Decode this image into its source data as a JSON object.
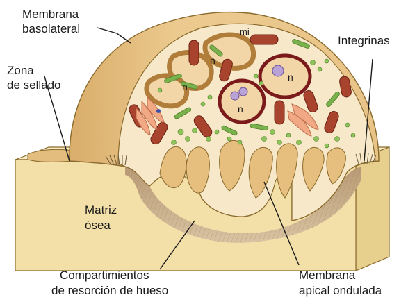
{
  "labels": {
    "membrana_basolateral": [
      "Membrana",
      "basolateral"
    ],
    "zona_sellado": [
      "Zona",
      "de sellado"
    ],
    "integrinas": "Integrinas",
    "matriz_osea": [
      "Matriz",
      "ósea"
    ],
    "compartimientos": [
      "Compartimientos",
      "de resorción de hueso"
    ],
    "membrana_apical": [
      "Membrana",
      "apical ondulada"
    ],
    "mitocondria": "mi",
    "nucleo": "n"
  },
  "colors": {
    "cell_body": "#e8c78f",
    "cell_inner": "#f4e6c6",
    "bone_block": "#f3dfa8",
    "bone_edge": "#8a6a2c",
    "resorption": "#c7ab86",
    "nucleus_ring": "#7a1a1a",
    "mitochondria": "#a8432e",
    "golgi": "#f0a885",
    "er": "#79b24c",
    "vesicle": "#8fc45a",
    "nucleolus": "#b9a3d6"
  }
}
